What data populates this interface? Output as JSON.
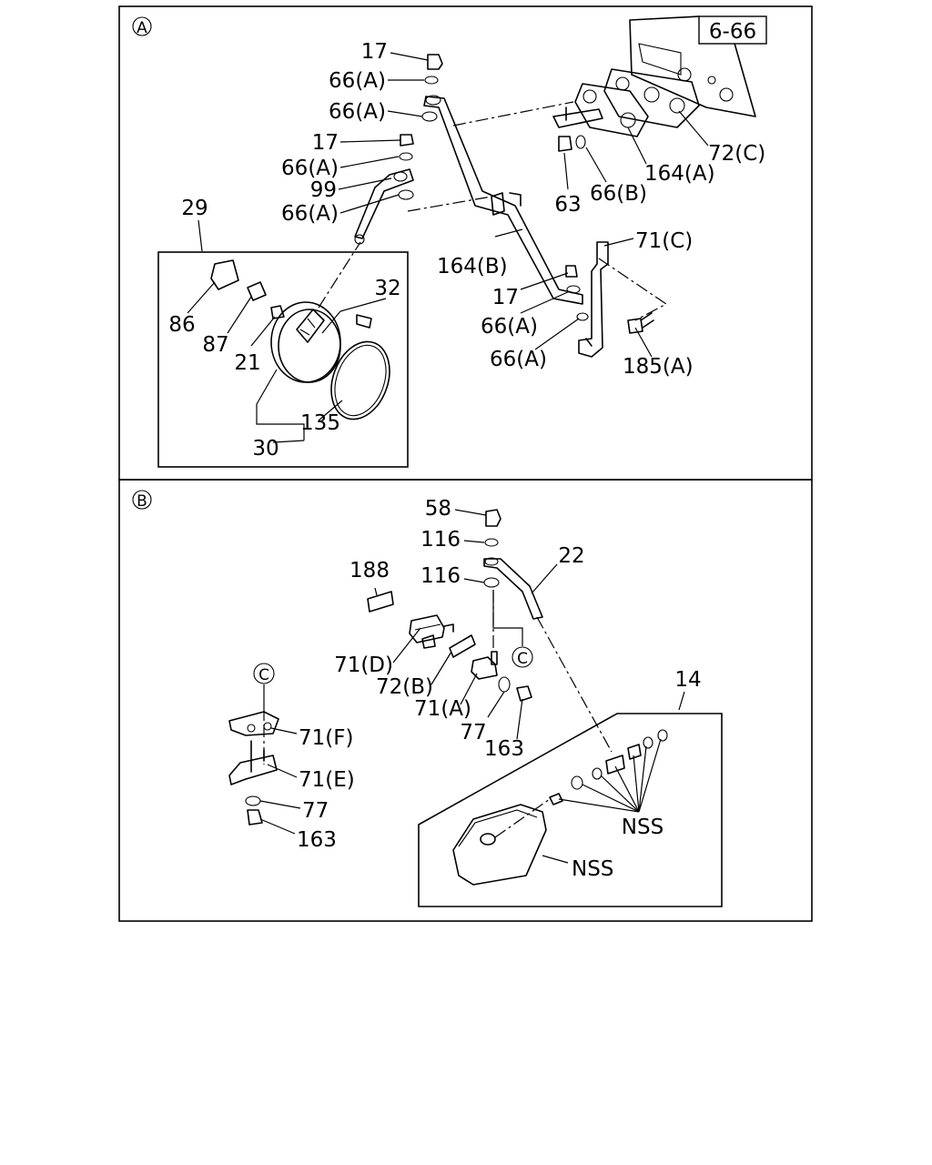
{
  "section_a": {
    "marker": "A",
    "ref_box": "6-66",
    "labels": {
      "p17a": "17",
      "p66a1": "66(A)",
      "p66a2": "66(A)",
      "p17b": "17",
      "p66a3": "66(A)",
      "p99": "99",
      "p66a4": "66(A)",
      "p29": "29",
      "p86": "86",
      "p87": "87",
      "p21": "21",
      "p32": "32",
      "p135": "135",
      "p30": "30",
      "p72c": "72(C)",
      "p164a": "164(A)",
      "p66b": "66(B)",
      "p63": "63",
      "p164b": "164(B)",
      "p71c": "71(C)",
      "p17c": "17",
      "p66a5": "66(A)",
      "p66a6": "66(A)",
      "p185a": "185(A)"
    }
  },
  "section_b": {
    "marker": "B",
    "ref_circle": "C",
    "labels": {
      "p58": "58",
      "p116a": "116",
      "p116b": "116",
      "p22": "22",
      "p188": "188",
      "p71d": "71(D)",
      "p72b": "72(B)",
      "p71a": "71(A)",
      "p77a": "77",
      "p163a": "163",
      "p14": "14",
      "p71f": "71(F)",
      "p71e": "71(E)",
      "p77b": "77",
      "p163b": "163",
      "nss1": "NSS",
      "nss2": "NSS"
    }
  }
}
